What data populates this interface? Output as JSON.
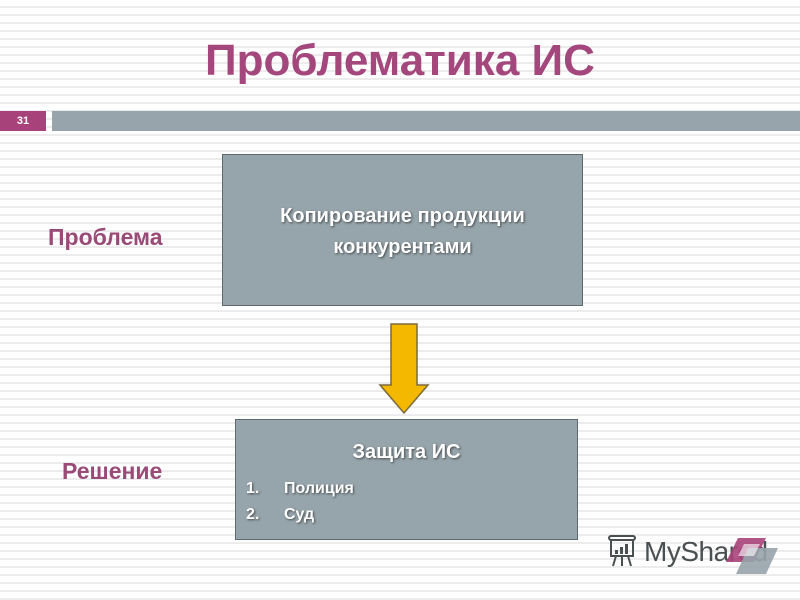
{
  "slide": {
    "title": "Проблематика ИС",
    "number": "31",
    "colors": {
      "accent": "#a3477c",
      "bar": "#97a4ab",
      "box": "#96a4ab",
      "arrow": "#f5b800"
    }
  },
  "labels": {
    "problem": "Проблема",
    "solution": "Решение"
  },
  "problem_box": {
    "line1": "Копирование продукции",
    "line2": "конкурентами"
  },
  "solution_box": {
    "heading": "Защита ИС",
    "items": [
      {
        "num": "1.",
        "text": "Полиция"
      },
      {
        "num": "2.",
        "text": "Суд"
      }
    ]
  },
  "watermark": {
    "text": "MyShared"
  }
}
